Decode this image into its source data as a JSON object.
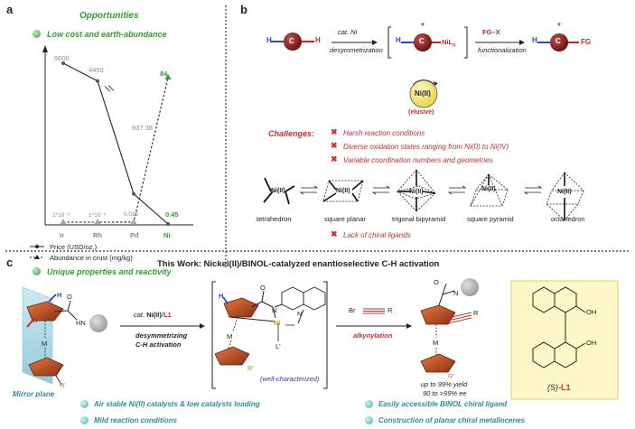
{
  "panel_a": {
    "letter": "a",
    "title": "Opportunities",
    "point1": "Low cost and earth-abundance",
    "point2": "Unique properties and reactivity",
    "legend_price": "Price (USD/oz.)",
    "legend_abundance": "Abundance in crust (mg/kg)",
    "colors": {
      "price_line": "#222222",
      "abundance_line": "#222222",
      "ni_label": "#2f9e2f",
      "label_gray": "#888888"
    }
  },
  "chart_data": {
    "type": "line",
    "categories": [
      "Ir",
      "Rh",
      "Pd",
      "Ni"
    ],
    "series": [
      {
        "name": "Price (USD/oz.)",
        "values": [
          5000,
          4450,
          937.38,
          0.45
        ],
        "labels": [
          "5000",
          "4450",
          "937.38",
          "0.45"
        ]
      },
      {
        "name": "Abundance in crust (mg/kg)",
        "values": [
          0.001,
          0.001,
          0.015,
          84
        ],
        "labels": [
          "1*10⁻³",
          "1*10⁻³",
          "0.015",
          "84"
        ]
      }
    ],
    "axis_break": true,
    "title": "",
    "xlabel": "",
    "ylabel": ""
  },
  "panel_b": {
    "letter": "b",
    "cat": "cat. Ni",
    "desymm": "desymmetrization",
    "fg_x": "FG–X",
    "functionalization": "functionalization",
    "c_label": "C",
    "h_label": "H",
    "nil": "NiL",
    "nil_sub": "n",
    "fg": "FG",
    "star": "*",
    "ni_center": "Ni(II)",
    "elusive": "(elusive)",
    "challenges_label": "Challenges:",
    "challenges": [
      "Harsh reaction conditions",
      "Diverse oxidation states ranging from Ni(0) to Ni(IV)",
      "Variable coordination numbers and geometries"
    ],
    "geometries": [
      "tetrahedron",
      "square planar",
      "trigonal bipyramid",
      "square pyramid",
      "octahedron"
    ],
    "geo_ni": "Ni(II)",
    "lack": "Lack of chiral ligands"
  },
  "panel_c": {
    "letter": "c",
    "title": "This Work: Nickel(II)/BINOL-catalyzed enantioselective C-H activation",
    "cat_prefix": "cat.",
    "cat_ni": "Ni(II)",
    "cat_sep": "/",
    "cat_l1": "L1",
    "desymm1": "desymmetrizing",
    "desymm2": "C-H activation",
    "mirror": "Mirror plane",
    "wellchar": "(well-characterized)",
    "alkynylation": "alkynylation",
    "br": "Br",
    "r": "R",
    "r_prime": "R'",
    "m": "M",
    "ni": "Ni",
    "lprime": "L'",
    "h": "H",
    "hn": "HN",
    "n": "N",
    "o": "O",
    "yield": "up to 99% yield",
    "ee": "90 to >99% ee",
    "oh": "OH",
    "ligand_prefix": "(S)-",
    "ligand": "L1",
    "bullets": [
      "Air stable Ni(II) catalysts & low catalysts loading",
      "Easily accessible BINOL chiral ligand",
      "Mild reaction conditions",
      "Construction of planar chiral metallocenes"
    ]
  }
}
